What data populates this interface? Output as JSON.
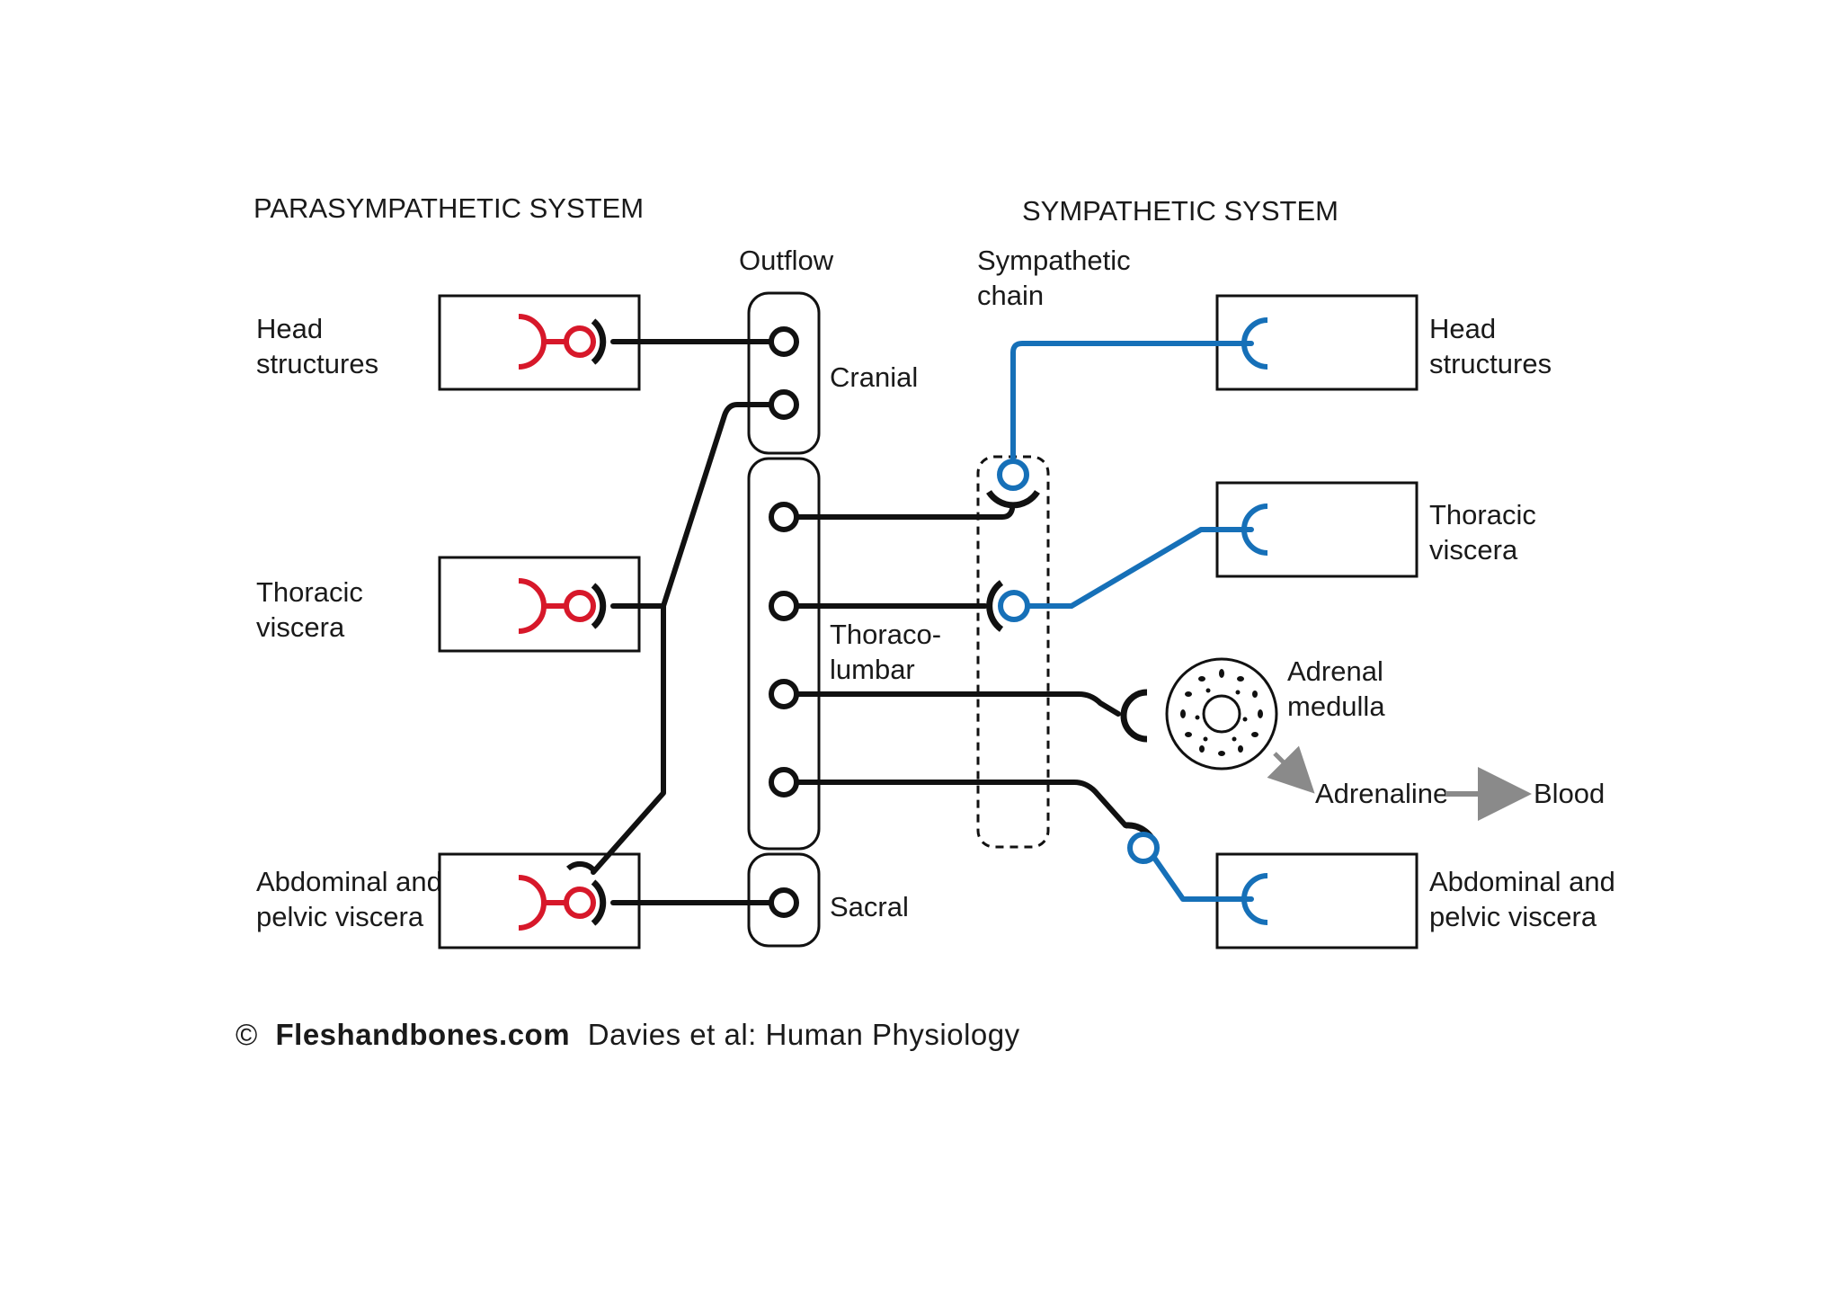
{
  "parasympathetic": {
    "title": "PARASYMPATHETIC SYSTEM",
    "targets": [
      {
        "label": [
          "Head",
          "structures"
        ]
      },
      {
        "label": [
          "Thoracic",
          "viscera"
        ]
      },
      {
        "label": [
          "Abdominal and",
          "pelvic viscera"
        ]
      }
    ]
  },
  "sympathetic": {
    "title": "SYMPATHETIC SYSTEM",
    "chain_label": [
      "Sympathetic",
      "chain"
    ],
    "targets": [
      {
        "label": [
          "Head",
          "structures"
        ]
      },
      {
        "label": [
          "Thoracic",
          "viscera"
        ]
      },
      {
        "label": [
          "Abdominal and",
          "pelvic viscera"
        ]
      }
    ],
    "adrenal_label": [
      "Adrenal",
      "medulla"
    ],
    "adrenaline_label": "Adrenaline",
    "blood_label": "Blood"
  },
  "outflow": {
    "title": "Outflow",
    "cranial": "Cranial",
    "thoracolumbar": [
      "Thoraco-",
      "lumbar"
    ],
    "sacral": "Sacral"
  },
  "credit": {
    "symbol": "©",
    "site": "Fleshandbones.com",
    "source": "Davies et al: Human Physiology"
  },
  "colors": {
    "parasympathetic_postganglionic": "#d7182a",
    "sympathetic_postganglionic": "#1670b8",
    "preganglionic": "#111111",
    "arrow": "#8a8a8a"
  }
}
